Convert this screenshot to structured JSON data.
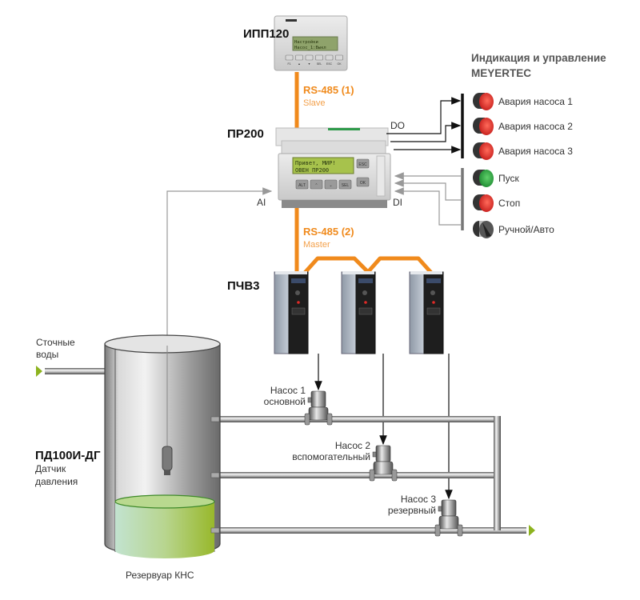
{
  "devices": {
    "ipp120": {
      "name": "ИПП120",
      "lcd_line1": "Настройки",
      "lcd_line2": "Насос_1:Выкл",
      "buttons": [
        "F1",
        "▲",
        "▼",
        "SEL",
        "ESC",
        "OK"
      ]
    },
    "pr200": {
      "name": "ПР200",
      "lcd_line1": "Привет, МИР!",
      "lcd_line2": "ОВЕН ПР200",
      "buttons": [
        "ALT",
        "⌃",
        "⌄",
        "SEL",
        "ESC",
        "OK"
      ]
    },
    "pchv3": {
      "name": "ПЧВ3",
      "count": 3
    },
    "sensor": {
      "name": "ПД100И-ДГ",
      "desc_line1": "Датчик",
      "desc_line2": "давления"
    }
  },
  "bus": {
    "rs485_1": {
      "label": "RS-485 (1)",
      "role": "Slave"
    },
    "rs485_2": {
      "label": "RS-485 (2)",
      "role": "Master"
    }
  },
  "io": {
    "do": "DO",
    "di": "DI",
    "ai": "AI"
  },
  "indication": {
    "title_line1": "Индикация и управление",
    "title_line2": "MEYERTEC",
    "outputs": [
      {
        "label": "Авария насоса 1",
        "color": "#e02a27"
      },
      {
        "label": "Авария насоса 2",
        "color": "#e02a27"
      },
      {
        "label": "Авария насоса 3",
        "color": "#e02a27"
      }
    ],
    "inputs": [
      {
        "label": "Пуск",
        "color": "#2fa040"
      },
      {
        "label": "Стоп",
        "color": "#e02a27"
      },
      {
        "label": "Ручной/Авто",
        "color": "#555555"
      }
    ]
  },
  "pumps": [
    {
      "line1": "Насос 1",
      "line2": "основной"
    },
    {
      "line1": "Насос 2",
      "line2": "вспомогательный"
    },
    {
      "line1": "Насос 3",
      "line2": "резервный"
    }
  ],
  "inflow": {
    "line1": "Сточные",
    "line2": "воды"
  },
  "reservoir": {
    "label": "Резервуар КНС"
  },
  "colors": {
    "bus": "#f08a1c",
    "flow_arrow": "#8db31f",
    "liquid": "#a9c93c"
  }
}
